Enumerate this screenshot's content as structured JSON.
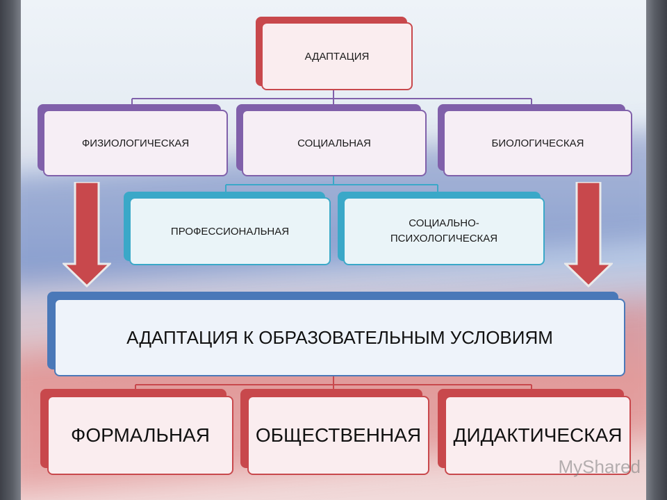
{
  "diagram": {
    "root": "АДАПТАЦИЯ",
    "level1": [
      "ФИЗИОЛОГИЧЕСКАЯ",
      "СОЦИАЛЬНАЯ",
      "БИОЛОГИЧЕСКАЯ"
    ],
    "level2": [
      "ПРОФЕССИОНАЛЬНАЯ",
      "СОЦИАЛЬНО-ПСИХОЛОГИЧЕСКАЯ"
    ],
    "main": "АДАПТАЦИЯ К ОБРАЗОВАТЕЛЬНЫМ УСЛОВИЯМ",
    "bottom": [
      "ФОРМАЛЬНАЯ",
      "ОБЩЕСТВЕННАЯ",
      "ДИДАКТИЧЕСКАЯ"
    ]
  },
  "watermark": "MyShared",
  "colors": {
    "red": "#c8484c",
    "purple": "#8060aa",
    "cyan": "#3aa8c8",
    "blue": "#4a78b8"
  }
}
